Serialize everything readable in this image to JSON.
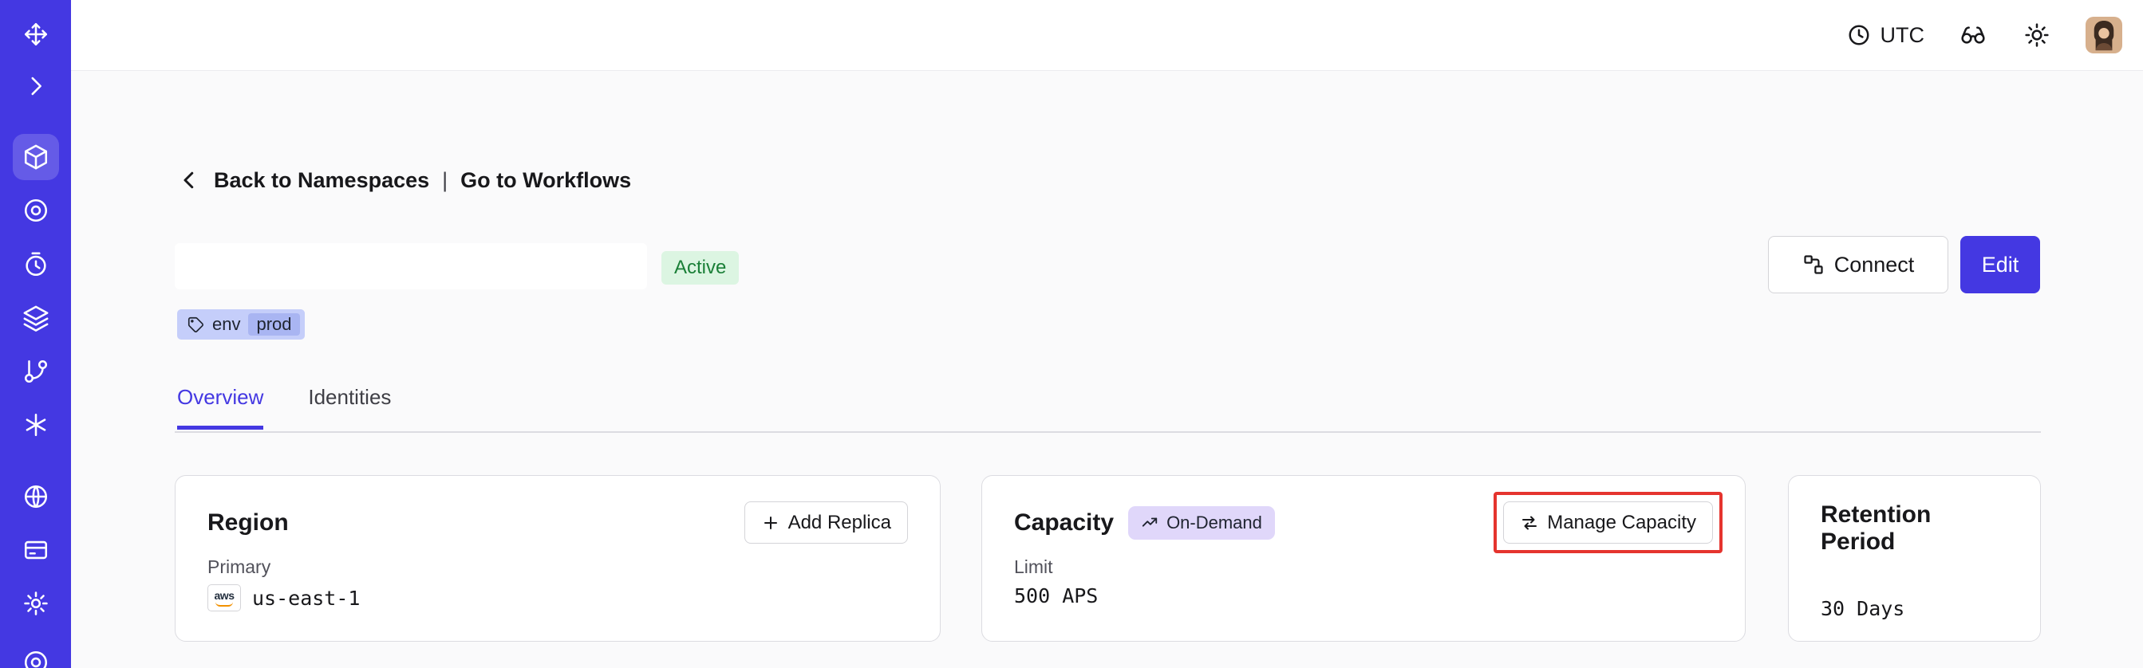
{
  "topbar": {
    "timezone_label": "UTC"
  },
  "breadcrumb": {
    "back": "Back to Namespaces",
    "separator": "|",
    "workflows": "Go to Workflows"
  },
  "header": {
    "status": "Active",
    "tag_key": "env",
    "tag_value": "prod",
    "connect_label": "Connect",
    "edit_label": "Edit"
  },
  "tabs": {
    "overview": "Overview",
    "identities": "Identities"
  },
  "cards": {
    "region": {
      "title": "Region",
      "action": "Add Replica",
      "label": "Primary",
      "provider": "aws",
      "value": "us-east-1"
    },
    "capacity": {
      "title": "Capacity",
      "badge": "On-Demand",
      "action": "Manage Capacity",
      "label": "Limit",
      "value": "500 APS"
    },
    "retention": {
      "title": "Retention Period",
      "value": "30 Days"
    }
  },
  "sidebar": {
    "icons": [
      "temporal-logo-icon",
      "expand-icon",
      "namespaces-icon",
      "nexus-icon",
      "schedules-icon",
      "batch-icon",
      "deployments-icon",
      "workflows-icon",
      "usage-icon",
      "billing-icon",
      "settings-icon",
      "support-icon"
    ]
  },
  "colors": {
    "sidebar_bg": "#4438E2",
    "accent": "#4438E2",
    "active_badge_bg": "#DCF5E2",
    "active_badge_text": "#1A7F37",
    "tag_bg": "#C5CEFA",
    "tag_chip_bg": "#A9B5F2",
    "ondemand_bg": "#E0D7FA",
    "annotation_red": "#E5342E"
  }
}
